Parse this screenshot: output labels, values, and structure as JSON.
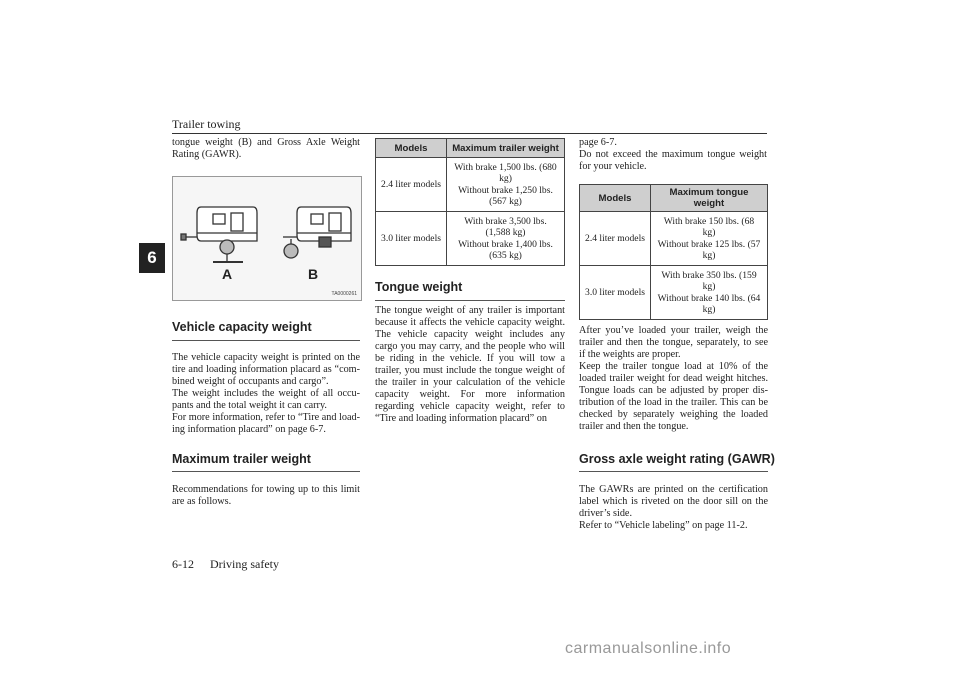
{
  "header": {
    "title": "Trailer towing",
    "page": "6-12",
    "section": "Driving safety"
  },
  "chapter_tab": "6",
  "col1": {
    "intro": "tongue weight (B) and Gross Axle Weight Rating (GAWR).",
    "figure": {
      "label_a": "A",
      "label_b": "B",
      "code": "TA0000261"
    },
    "h_vehicle": "Vehicle capacity weight",
    "p_vehicle_1": "The vehicle capacity weight is printed on the tire and loading information placard as “com-bined weight of occupants and cargo”.",
    "p_vehicle_2": "The weight includes the weight of all occu-pants and the total weight it can carry.",
    "p_vehicle_3": "For more information, refer to “Tire and load-ing information placard” on page 6-7.",
    "h_max": "Maximum trailer weight",
    "p_max": "Recommendations for towing up to this limit are as follows."
  },
  "col2": {
    "table": {
      "headers": [
        "Models",
        "Maximum trailer weight"
      ],
      "rows": [
        {
          "model": "2.4 liter models",
          "l1": "With brake 1,500 lbs. (680",
          "l2": "kg)",
          "l3": "Without brake 1,250 lbs.",
          "l4": "(567 kg)"
        },
        {
          "model": "3.0 liter models",
          "l1": "With brake 3,500 lbs.",
          "l2": "(1,588 kg)",
          "l3": "Without brake 1,400 lbs.",
          "l4": "(635 kg)"
        }
      ]
    },
    "h_tongue": "Tongue weight",
    "p_tongue": "The tongue weight of any trailer is important because it affects the vehicle capacity weight. The vehicle capacity weight includes any cargo you may carry, and the people who will be riding in the vehicle. If you will tow a trailer, you must include the tongue weight of the trailer in your calculation of the vehicle capacity weight. For more information regarding vehicle capacity weight, refer to “Tire and loading information placard” on"
  },
  "col3": {
    "p_cont_1": "page 6-7.",
    "p_cont_2": "Do not exceed the maximum tongue weight for your vehicle.",
    "table": {
      "headers": [
        "Models",
        "Maximum tongue weight"
      ],
      "rows": [
        {
          "model": "2.4 liter models",
          "l1": "With brake 150 lbs. (68",
          "l2": "kg)",
          "l3": "Without brake 125 lbs. (57",
          "l4": "kg)"
        },
        {
          "model": "3.0 liter models",
          "l1": "With brake 350 lbs. (159",
          "l2": "kg)",
          "l3": "Without brake 140 lbs. (64",
          "l4": "kg)"
        }
      ]
    },
    "p_after_1": "After you’ve loaded your trailer, weigh the trailer and then the tongue, separately, to see if the weights are proper.",
    "p_after_2": "Keep the trailer tongue load at 10% of the loaded trailer weight for dead weight hitches. Tongue loads can be adjusted by proper dis-tribution of the load in the trailer. This can be checked by separately weighing the loaded trailer and then the tongue.",
    "h_gawr": "Gross axle weight rating (GAWR)",
    "p_gawr_1": "The GAWRs are printed on the certification label which is riveted on the door sill on the driver’s side.",
    "p_gawr_2": "Refer to “Vehicle labeling” on page 11-2."
  },
  "watermark": "carmanualsonline.info"
}
